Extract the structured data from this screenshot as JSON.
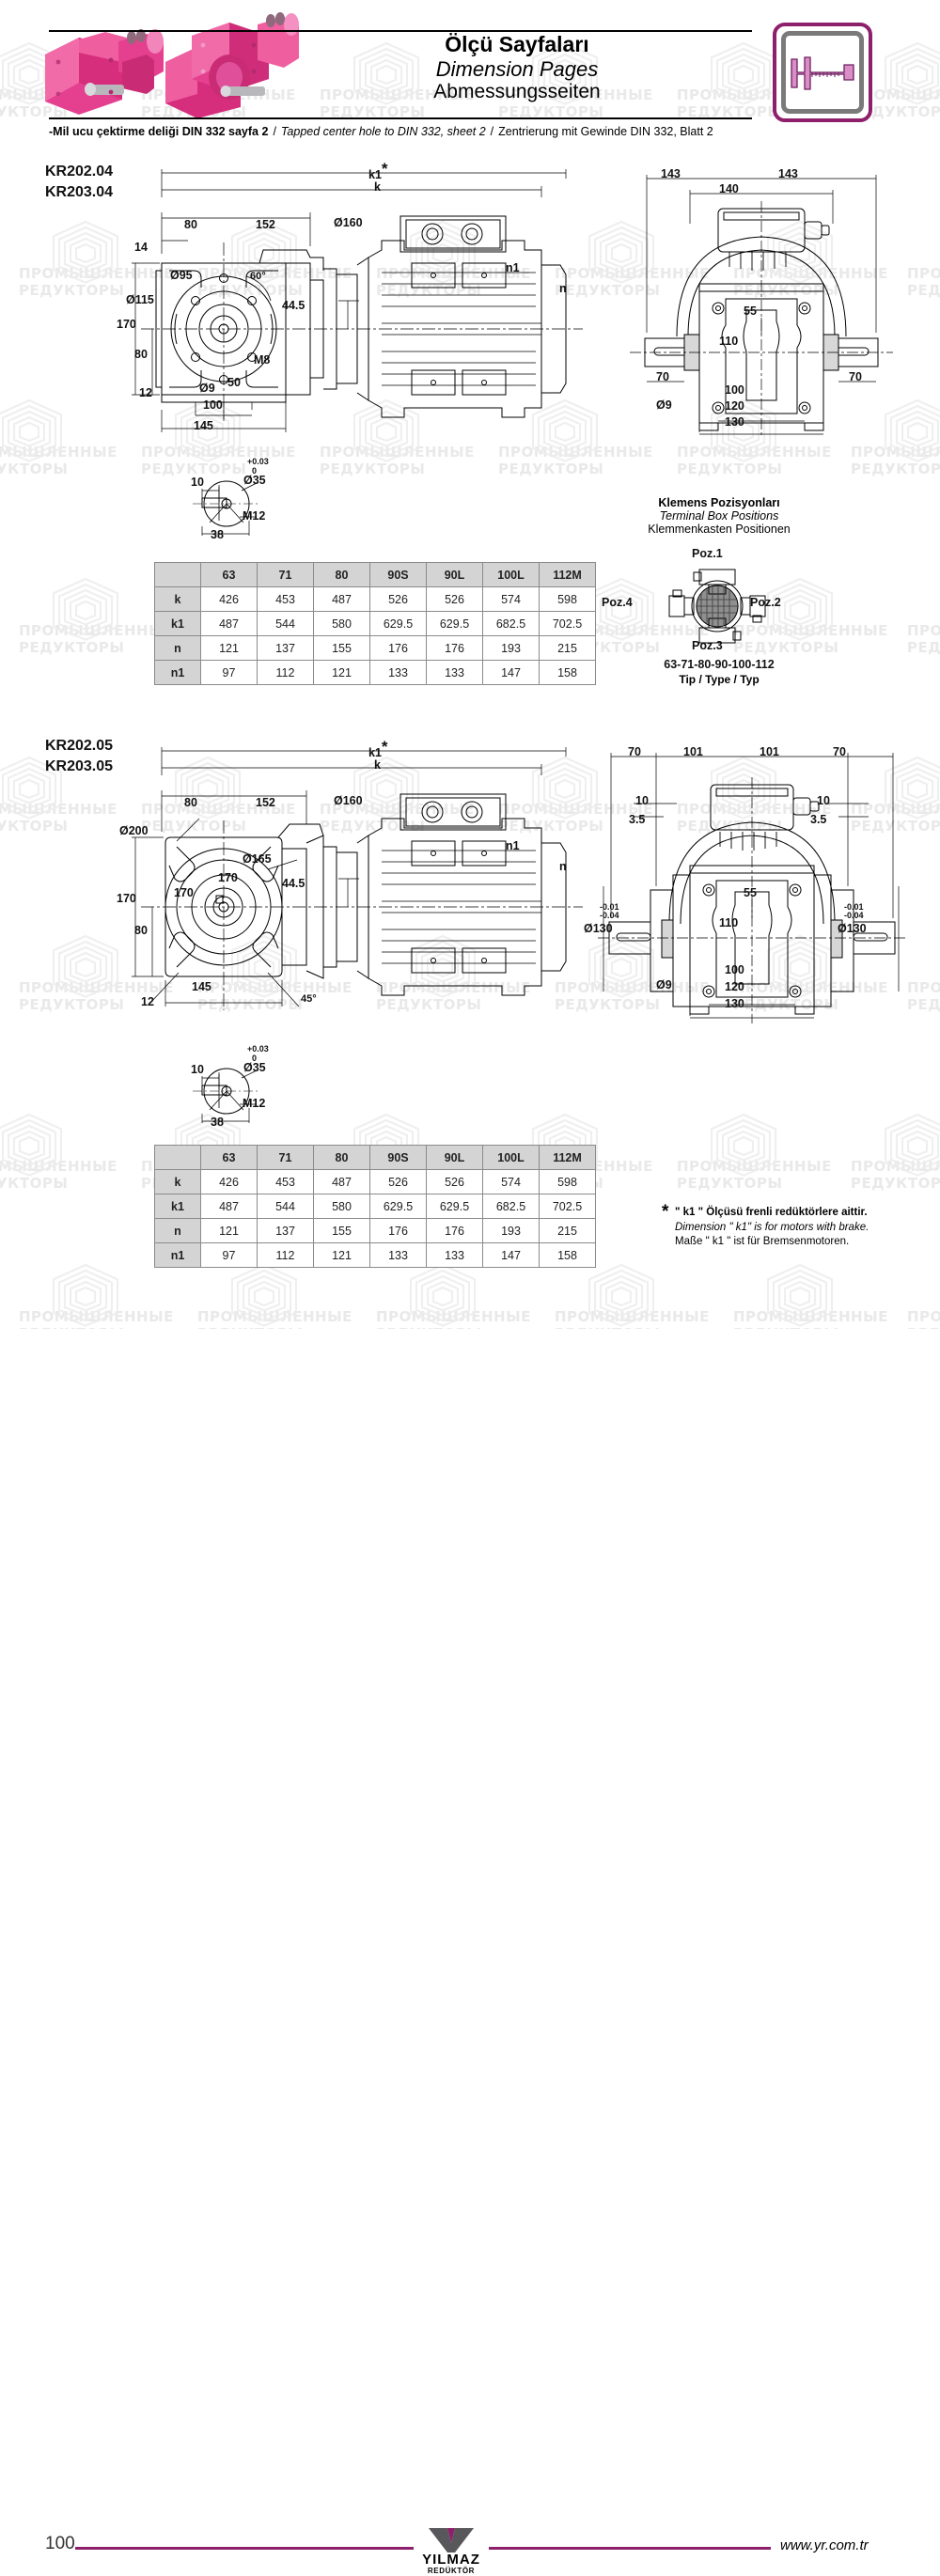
{
  "header": {
    "title_tr": "Ölçü Sayfaları",
    "title_en": "Dimension Pages",
    "title_de": "Abmessungsseiten",
    "badge_icon": "caliper-icon",
    "note_tr": "-Mil ucu çektirme deliği DIN 332 sayfa 2",
    "note_en": "Tapped center hole to DIN 332, sheet 2",
    "note_de": "Zentrierung mit Gewinde DIN 332, Blatt 2",
    "sep": "/"
  },
  "colors": {
    "accent": "#8e1f6b",
    "product": "#e5408f",
    "table_header": "#d4d4d4",
    "watermark": "#e9e9e9"
  },
  "section1": {
    "model_1": "KR202.04",
    "model_2": "KR203.04",
    "front": {
      "d_bore_1": "Ø95",
      "d_flange": "Ø115",
      "height_total": "170",
      "height_half": "80",
      "foot_thk": "12",
      "hole_dia": "Ø9",
      "hole_pitch_1": "50",
      "hole_pitch_2": "100",
      "width_total": "145",
      "offset_top": "14",
      "dim_80": "80",
      "dim_152": "152",
      "angle": "60°",
      "center_h": "44.5",
      "thread": "M8"
    },
    "motor": {
      "k1": "k1",
      "k": "k",
      "star": "*",
      "flange": "Ø160",
      "n1": "n1",
      "n": "n"
    },
    "side": {
      "half_1": "143",
      "half_2": "143",
      "box_width": "140",
      "shaft_1": "70",
      "shaft_2": "70",
      "dim_55": "55",
      "dim_110": "110",
      "dim_100": "100",
      "dim_120": "120",
      "dim_130": "130",
      "hole_dia": "Ø9"
    },
    "shaft_detail": {
      "key_w": "10",
      "dia": "Ø35",
      "tol_up": "+0.03",
      "tol_lo": "0",
      "thread": "M12",
      "length": "38"
    }
  },
  "section2": {
    "model_1": "KR202.05",
    "model_2": "KR203.05",
    "front": {
      "d_outer": "Ø200",
      "d_inner": "Ø165",
      "pcd_1": "170",
      "pcd_2": "170",
      "height_total": "170",
      "height_half": "80",
      "width_total": "145",
      "foot_thk": "12",
      "angle": "45°",
      "dim_80": "80",
      "dim_152": "152",
      "center_h": "44.5"
    },
    "motor": {
      "k1": "k1",
      "k": "k",
      "star": "*",
      "flange": "Ø160",
      "n1": "n1",
      "n": "n"
    },
    "side": {
      "edge_1": "70",
      "mid_1": "101",
      "mid_2": "101",
      "edge_2": "70",
      "dim_10_l": "10",
      "dim_35_l": "3.5",
      "dim_10_r": "10",
      "dim_35_r": "3.5",
      "flange_l": "Ø130",
      "flange_r": "Ø130",
      "tol_up": "-0.01",
      "tol_lo": "-0.04",
      "dim_55": "55",
      "dim_110": "110",
      "dim_100": "100",
      "dim_120": "120",
      "dim_130": "130",
      "hole_dia": "Ø9"
    },
    "shaft_detail": {
      "key_w": "10",
      "dia": "Ø35",
      "tol_up": "+0.03",
      "tol_lo": "0",
      "thread": "M12",
      "length": "38"
    }
  },
  "terminal_box": {
    "title_tr": "Klemens Pozisyonları",
    "title_en": "Terminal Box Positions",
    "title_de": "Klemmenkasten Positionen",
    "pos_top": "Poz.1",
    "pos_right": "Poz.2",
    "pos_bottom": "Poz.3",
    "pos_left": "Poz.4",
    "sizes": "63-71-80-90-100-112",
    "type_line": "Tip / Type / Typ"
  },
  "table": {
    "columns": [
      "",
      "63",
      "71",
      "80",
      "90S",
      "90L",
      "100L",
      "112M"
    ],
    "rows": [
      {
        "label": "k",
        "values": [
          "426",
          "453",
          "487",
          "526",
          "526",
          "574",
          "598"
        ]
      },
      {
        "label": "k1",
        "values": [
          "487",
          "544",
          "580",
          "629.5",
          "629.5",
          "682.5",
          "702.5"
        ]
      },
      {
        "label": "n",
        "values": [
          "121",
          "137",
          "155",
          "176",
          "176",
          "193",
          "215"
        ]
      },
      {
        "label": "n1",
        "values": [
          "97",
          "112",
          "121",
          "133",
          "133",
          "147",
          "158"
        ]
      }
    ]
  },
  "footnote": {
    "star": "*",
    "line_tr": "\" k1 \" Ölçüsü frenli redüktörlere aittir.",
    "line_en": "Dimension \" k1\" is for motors with brake.",
    "line_de": "Maße \" k1 \" ist für Bremsenmotoren."
  },
  "footer": {
    "page_number": "100",
    "logo_name": "YILMAZ",
    "logo_sub": "REDÜKTÖR",
    "website": "www.yr.com.tr"
  },
  "watermark": {
    "line1": "ПРОМЫШЛЕННЫЕ",
    "line2": "РЕДУКТОРЫ"
  }
}
